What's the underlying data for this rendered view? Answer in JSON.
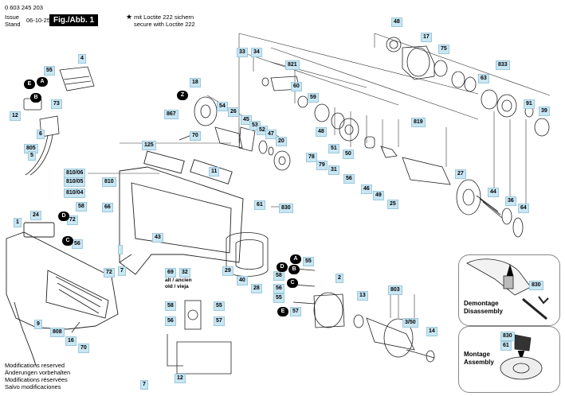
{
  "header": {
    "part_number": "0 603 245 203",
    "issue_label": "Issue",
    "stand_label": "Stand",
    "issue_date": "06-10-25",
    "figure": "Fig./Abb. 1",
    "loctite_de": "mit Loctite 222 sichern",
    "loctite_en": "secure with Loctite 222"
  },
  "part_labels": [
    "48",
    "17",
    "75",
    "833",
    "63",
    "91",
    "39",
    "33",
    "34",
    "821",
    "60",
    "4",
    "55",
    "73",
    "12",
    "6",
    "805",
    "5",
    "18",
    "867",
    "54",
    "26",
    "70",
    "45",
    "53",
    "52",
    "47",
    "20",
    "59",
    "48",
    "51",
    "50",
    "819",
    "125",
    "11",
    "810/06",
    "810/05",
    "810/04",
    "810",
    "58",
    "72",
    "56",
    "66",
    "24",
    "1",
    "78",
    "79",
    "31",
    "56",
    "46",
    "49",
    "25",
    "27",
    "44",
    "36",
    "64",
    "61",
    "830",
    "43",
    "69",
    "32",
    "72",
    "7",
    "29",
    "40",
    "28",
    "9",
    "808",
    "16",
    "70",
    "55",
    "58",
    "56",
    "55",
    "57",
    "2",
    "803",
    "13",
    "3/50",
    "14",
    "58",
    "56",
    "55",
    "57",
    "12",
    "7"
  ],
  "callouts": {
    "callout_a": "A",
    "callout_b": "B",
    "callout_c": "C",
    "callout_d": "D",
    "callout_e": "E",
    "callout_z": "Z"
  },
  "footnote_old": "alt / ancien",
  "footnote_old2": "old / vieja",
  "footer": {
    "line1": "Modifications reserved",
    "line2": "Änderungen vorbehalten",
    "line3": "Modifications réservées",
    "line4": "Salvo modificaciones"
  },
  "inset_demontage": {
    "title_de": "Demontage",
    "title_en": "Disassembly",
    "part": "830"
  },
  "inset_montage": {
    "title_de": "Montage",
    "title_en": "Assembly",
    "part_a": "830",
    "part_b": "61"
  }
}
